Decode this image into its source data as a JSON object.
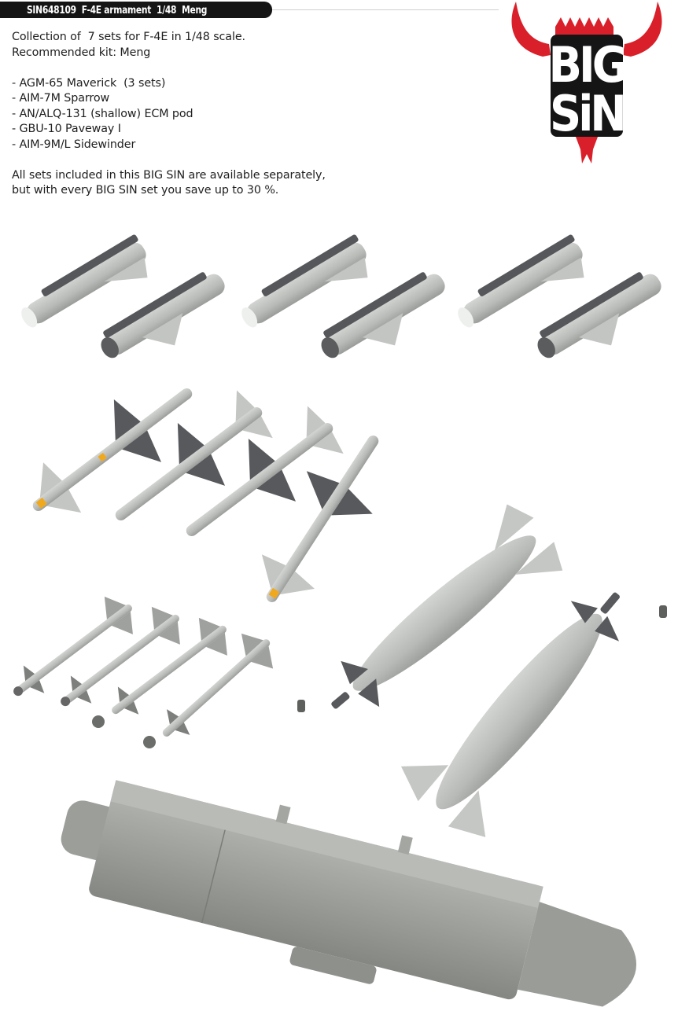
{
  "header": {
    "title": "SIN648109  F-4E armament  1/48  Meng",
    "bar_color": "#151515"
  },
  "description": {
    "intro_line1": "Collection of  7 sets for F-4E in 1/48 scale.",
    "intro_line2": "Recommended kit: Meng",
    "items": [
      "- AGM-65 Maverick  (3 sets)",
      "- AIM-7M Sparrow",
      "- AN/ALQ-131 (shallow) ECM pod",
      "- GBU-10 Paveway I",
      "- AIM-9M/L Sidewinder"
    ],
    "footer_line1": "All sets included in this BIG SIN are available separately,",
    "footer_line2": "but with every BIG SIN set you save up to 30 %."
  },
  "logo": {
    "line1": "BIG",
    "line2": "SiN",
    "horn_color": "#d9202a",
    "text_color": "#151515"
  },
  "renders": {
    "mavericks": "AGM-65 Maverick x6",
    "sparrows": "AIM-7M Sparrow x4",
    "sidewinders": "AIM-9M/L Sidewinder x4",
    "paveways": "GBU-10 Paveway I x2",
    "ecm_pod": "AN/ALQ-131 ECM pod",
    "body_color": "#b9bbb8",
    "dark_color": "#55575a",
    "accent_color": "#f0a81e"
  }
}
